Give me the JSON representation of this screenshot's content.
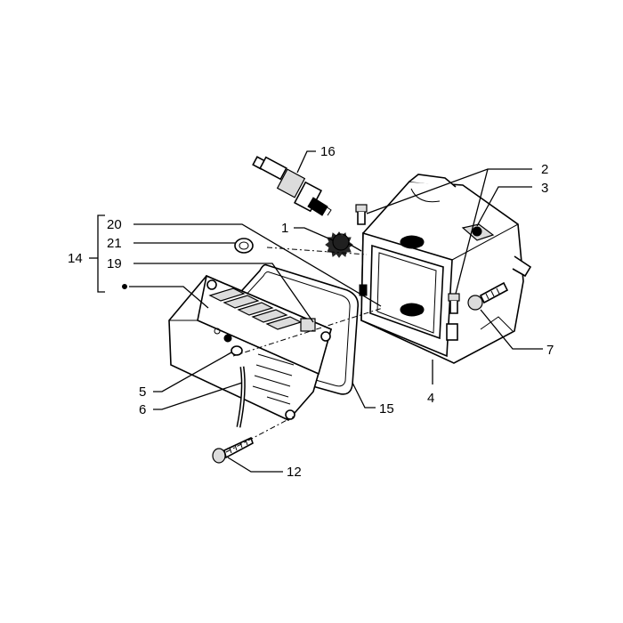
{
  "callouts": {
    "c1": "1",
    "c2": "2",
    "c3": "3",
    "c4": "4",
    "c5": "5",
    "c6": "6",
    "c7": "7",
    "c12": "12",
    "c14": "14",
    "c15": "15",
    "c16": "16",
    "c19": "19",
    "c20": "20",
    "c21": "21"
  }
}
